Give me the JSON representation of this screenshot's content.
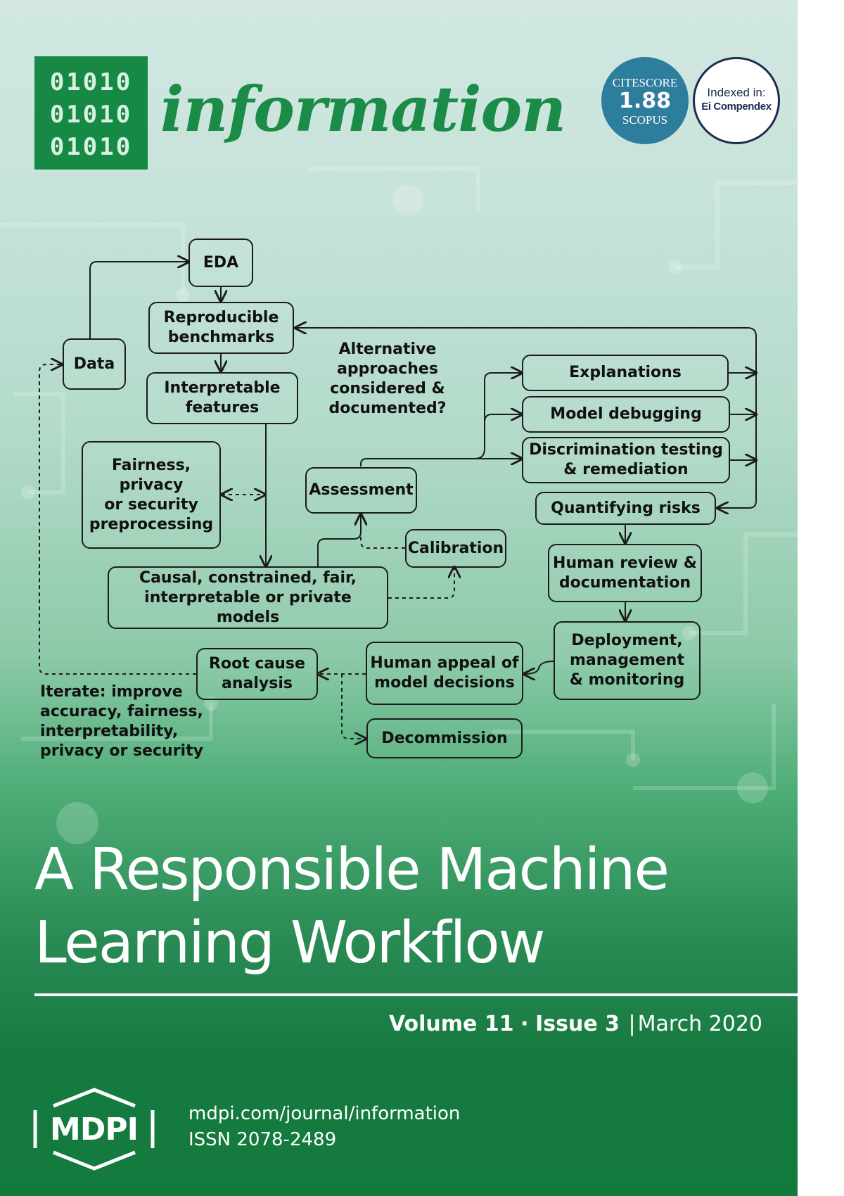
{
  "journal": {
    "logo_rows": [
      "01010",
      "01010",
      "01010"
    ],
    "title": "information"
  },
  "badges": {
    "citescore_label": "CITESCORE",
    "citescore_value": "1.88",
    "citescore_source": "SCOPUS",
    "indexed_label": "Indexed in:",
    "indexed_name": "Ei Compendex"
  },
  "diagram": {
    "nodes": {
      "eda": "EDA",
      "reproducible": [
        "Reproducible",
        "benchmarks"
      ],
      "data": "Data",
      "interpretable": [
        "Interpretable",
        "features"
      ],
      "fairness": [
        "Fairness,",
        "privacy",
        "or security",
        "preprocessing"
      ],
      "assessment": "Assessment",
      "explanations": "Explanations",
      "model_debugging": "Model debugging",
      "discrimination": [
        "Discrimination testing",
        "& remediation"
      ],
      "quantifying": "Quantifying risks",
      "calibration": "Calibration",
      "causal": [
        "Causal, constrained, fair,",
        "interpretable or private models"
      ],
      "human_review": [
        "Human review &",
        "documentation"
      ],
      "deployment": [
        "Deployment,",
        "management",
        "& monitoring"
      ],
      "human_appeal": [
        "Human appeal of",
        "model decisions"
      ],
      "root_cause": [
        "Root cause",
        "analysis"
      ],
      "decommission": "Decommission"
    },
    "alternative": [
      "Alternative",
      "approaches",
      "considered &",
      "documented?"
    ],
    "iterate": [
      "Iterate: improve",
      "accuracy, fairness,",
      "interpretability,",
      "privacy or security"
    ]
  },
  "headline": [
    "A Responsible Machine",
    "Learning Workflow"
  ],
  "issue": {
    "volume": "Volume 11",
    "dot": "·",
    "issue": "Issue 3",
    "separator": "|",
    "date": "March 2020"
  },
  "publisher": {
    "logo_text": "MDPI",
    "url": "mdpi.com/journal/information",
    "issn": "ISSN 2078-2489"
  },
  "colors": {
    "journal_green": "#1a8c47",
    "citescore_blue": "#2d7d9c",
    "compendex_navy": "#1e2c52",
    "footer_green": "#137a3d"
  }
}
